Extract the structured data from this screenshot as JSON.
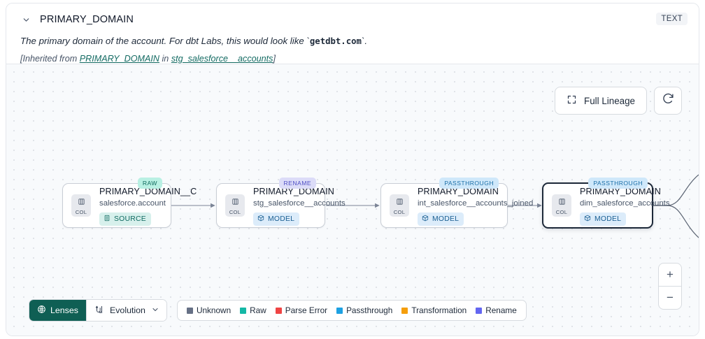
{
  "header": {
    "chevron_icon": "chevron-down-icon",
    "column_name": "PRIMARY_DOMAIN",
    "type_badge": "TEXT",
    "description_prefix": "The primary domain of the account. For dbt Labs, this would look like `",
    "description_code": "getdbt.com",
    "description_suffix": "`.",
    "inherited_prefix": "[Inherited from ",
    "inherited_link1": "PRIMARY_DOMAIN",
    "inherited_middle": " in ",
    "inherited_link2": "stg_salesforce__accounts",
    "inherited_suffix": "]"
  },
  "controls": {
    "full_lineage_label": "Full Lineage",
    "full_lineage_icon": "expand-icon",
    "refresh_icon": "refresh-icon",
    "zoom_in_label": "+",
    "zoom_out_label": "−"
  },
  "nodes": [
    {
      "tag": "RAW",
      "tag_class": "tag-raw",
      "chip_label": "COL",
      "chip_icon": "column-icon",
      "name": "PRIMARY_DOMAIN__C",
      "sub": "salesforce.account",
      "kind": "SOURCE",
      "kind_class": "kind-source",
      "kind_icon": "database-icon",
      "selected": false
    },
    {
      "tag": "RENAME",
      "tag_class": "tag-rename",
      "chip_label": "COL",
      "chip_icon": "column-icon",
      "name": "PRIMARY_DOMAIN",
      "sub": "stg_salesforce__accounts",
      "kind": "MODEL",
      "kind_class": "kind-model",
      "kind_icon": "cube-icon",
      "selected": false
    },
    {
      "tag": "PASSTHROUGH",
      "tag_class": "tag-passthrough",
      "chip_label": "COL",
      "chip_icon": "column-icon",
      "name": "PRIMARY_DOMAIN",
      "sub": "int_salesforce__accounts_joined",
      "kind": "MODEL",
      "kind_class": "kind-model",
      "kind_icon": "cube-icon",
      "selected": false
    },
    {
      "tag": "PASSTHROUGH",
      "tag_class": "tag-passthrough",
      "chip_label": "COL",
      "chip_icon": "column-icon",
      "name": "PRIMARY_DOMAIN",
      "sub": "dim_salesforce_accounts",
      "kind": "MODEL",
      "kind_class": "kind-model",
      "kind_icon": "cube-icon",
      "selected": true
    }
  ],
  "bottom": {
    "lenses_label": "Lenses",
    "lenses_icon": "lens-icon",
    "evolution_label": "Evolution",
    "evolution_icon": "evolution-icon",
    "evolution_chevron": "chevron-down-icon",
    "legend": [
      {
        "label": "Unknown",
        "color": "#667085"
      },
      {
        "label": "Raw",
        "color": "#14b8a6"
      },
      {
        "label": "Parse Error",
        "color": "#ef4444"
      },
      {
        "label": "Passthrough",
        "color": "#1da1e2"
      },
      {
        "label": "Transformation",
        "color": "#f59e0b"
      },
      {
        "label": "Rename",
        "color": "#6366f1"
      }
    ]
  }
}
